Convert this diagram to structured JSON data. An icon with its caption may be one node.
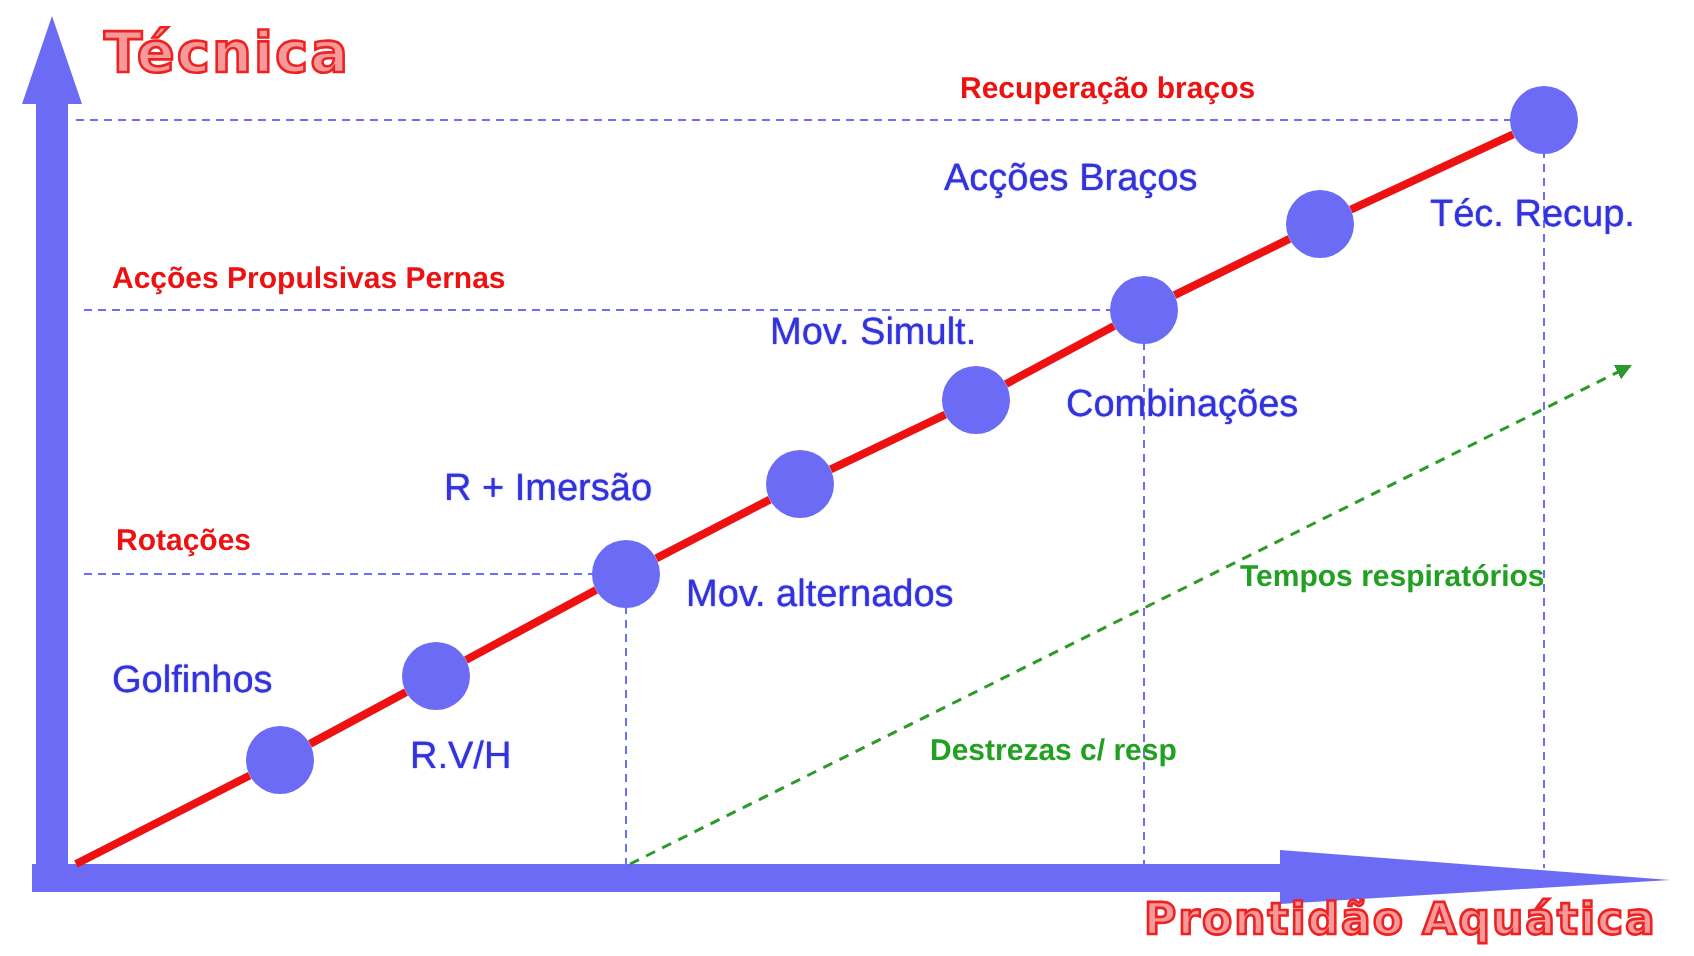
{
  "diagram": {
    "nodes": [
      {
        "text": [],
        "shape": "circle"
      },
      {
        "text": [],
        "shape": "circle"
      },
      {
        "text": [],
        "shape": "circle"
      },
      {
        "text": [],
        "shape": "circle"
      },
      {
        "text": [],
        "shape": "circle"
      },
      {
        "text": [],
        "shape": "circle"
      },
      {
        "text": [],
        "shape": "circle"
      },
      {
        "text": [],
        "shape": "circle"
      }
    ],
    "edges": [
      {
        "from": null,
        "to": 0,
        "arrow": "none"
      },
      {
        "from": 0,
        "to": 1,
        "arrow": "none"
      },
      {
        "from": 1,
        "to": 2,
        "arrow": "none"
      },
      {
        "from": 2,
        "to": 3,
        "arrow": "none"
      },
      {
        "from": 3,
        "to": 4,
        "arrow": "none"
      },
      {
        "from": 4,
        "to": 5,
        "arrow": "none"
      },
      {
        "from": 5,
        "to": 6,
        "arrow": "none"
      },
      {
        "from": 6,
        "to": 7,
        "arrow": "none"
      }
    ],
    "labels": [
      "Técnica",
      "Recuperação braços",
      "Acções Braços",
      "Téc. Recup.",
      "Acções Propulsivas Pernas",
      "Mov. Simult.",
      "Combinações",
      "R + Imersão",
      "Rotações",
      "Mov. alternados",
      "Tempos respiratórios",
      "Golfinhos",
      "R.V/H",
      "Destrezas c/ resp",
      "Prontidão Aquática"
    ]
  }
}
